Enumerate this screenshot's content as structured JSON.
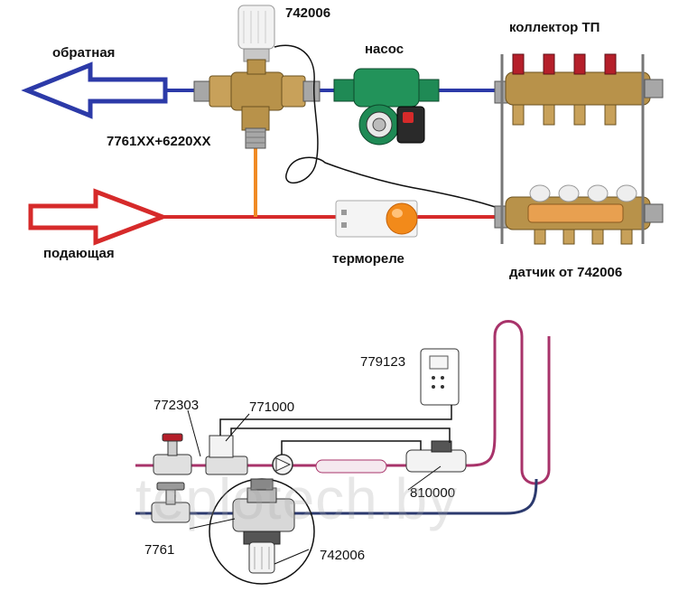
{
  "top_diagram": {
    "labels": {
      "valve_head_code": "742006",
      "return_line": "обратная",
      "pump": "насос",
      "manifold": "коллектор ТП",
      "valve_code": "7761XX+6220XX",
      "supply_line": "подающая",
      "thermo_relay": "термореле",
      "sensor": "датчик от 742006"
    }
  },
  "bottom_diagram": {
    "labels": {
      "thermostat": "779123",
      "balancing_valve": "772303",
      "actuator": "771000",
      "controller": "810000",
      "mixing_valve": "7761",
      "valve_head": "742006"
    }
  },
  "watermark": "teplotech.by",
  "colors": {
    "return_blue": "#2c3aa8",
    "supply_red": "#d62a2a",
    "brass": "#b8924a",
    "pump_green": "#1f8a55",
    "loop_magenta": "#a8336a",
    "loop_navy": "#2c3a6e"
  }
}
